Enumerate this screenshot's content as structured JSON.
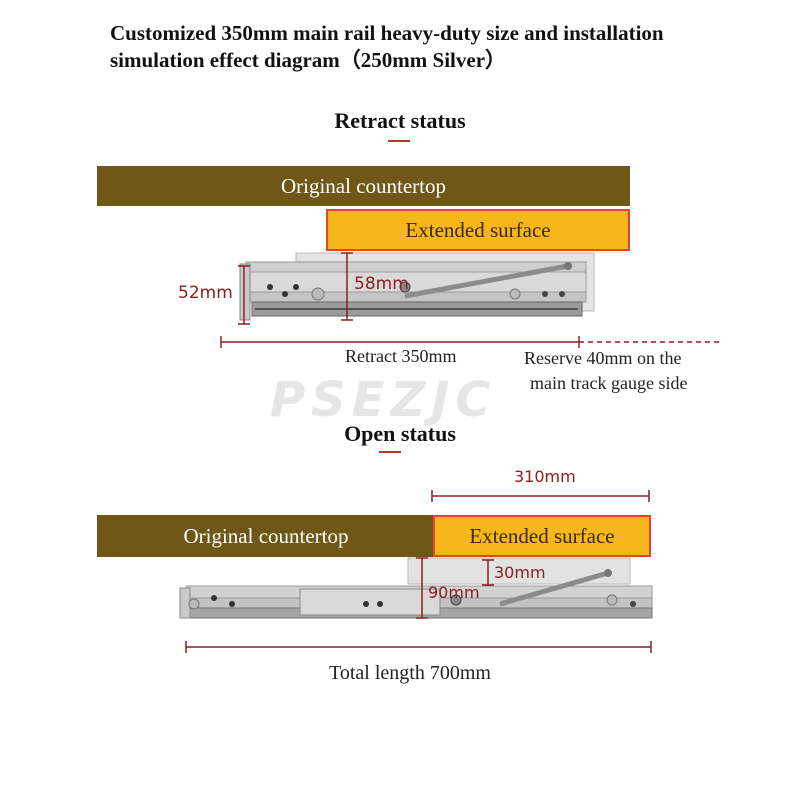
{
  "title": "Customized 350mm main rail heavy-duty size and installation simulation effect diagram（250mm Silver）",
  "watermark": "PSEZJC",
  "retract": {
    "heading": "Retract status",
    "countertop_label": "Original countertop",
    "extended_label": "Extended surface",
    "dim_52": "52mm",
    "dim_58": "58mm",
    "length_label": "Retract 350mm",
    "reserve_line1": "Reserve 40mm on the",
    "reserve_line2": "main track gauge side"
  },
  "open": {
    "heading": "Open status",
    "countertop_label": "Original countertop",
    "extended_label": "Extended surface",
    "dim_310": "310mm",
    "dim_30": "30mm",
    "dim_90": "90mm",
    "total_label": "Total length 700mm"
  },
  "colors": {
    "countertop": "#6e5717",
    "extended": "#f7b61c",
    "dimension": "#8b1e22",
    "accent": "#b3372c"
  }
}
